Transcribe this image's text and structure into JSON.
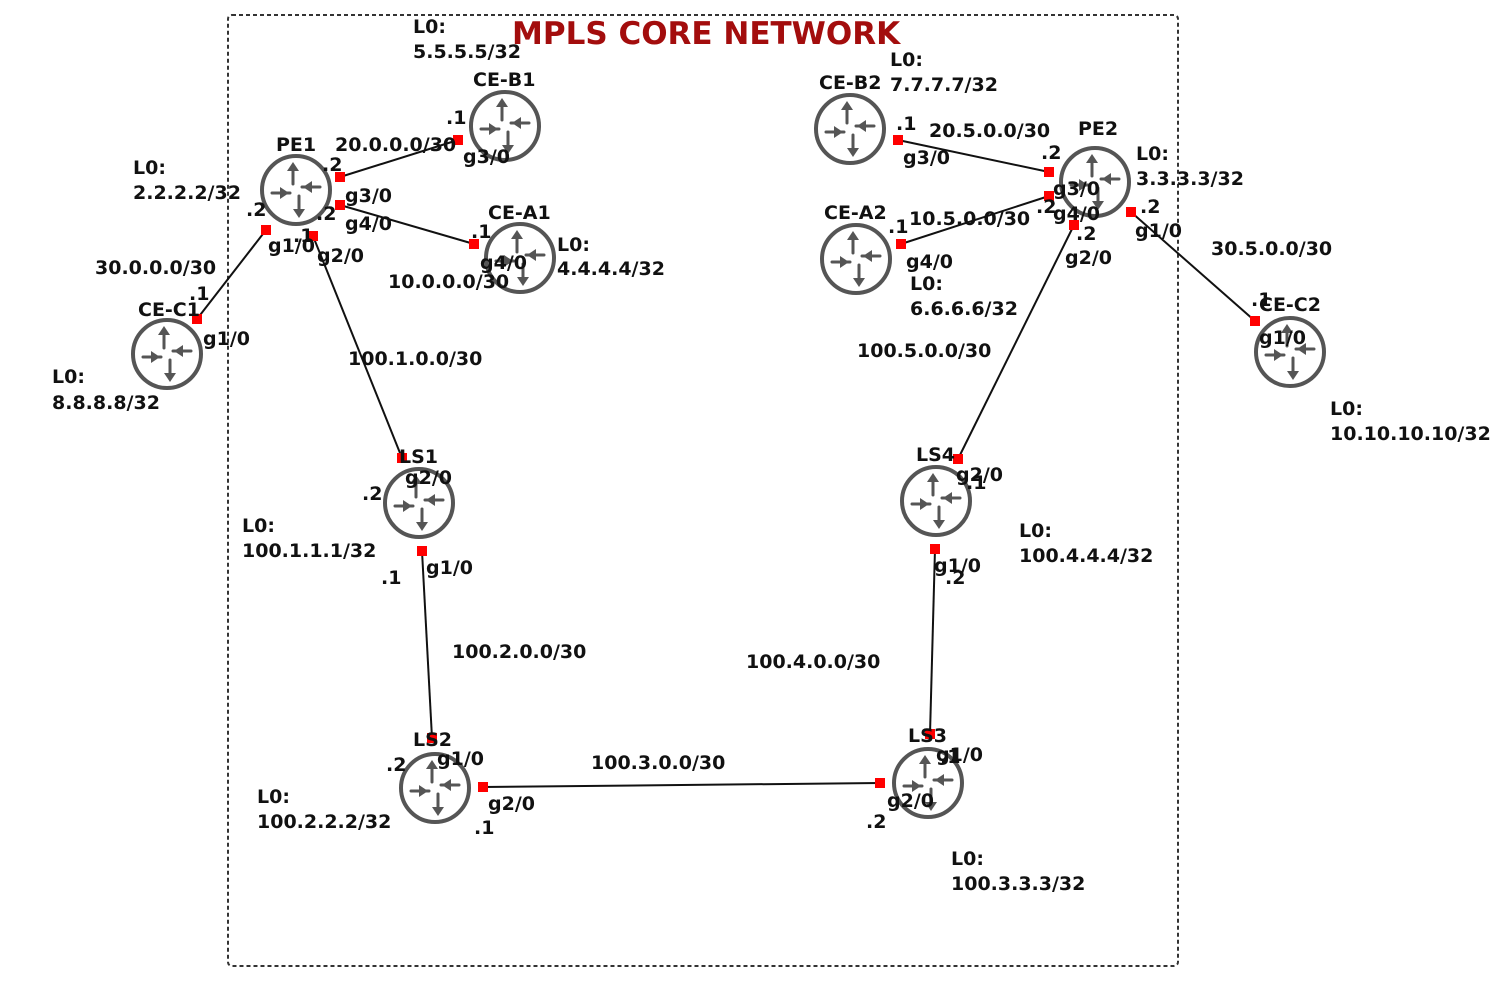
{
  "title": "MPLS CORE NETWORK",
  "colors": {
    "title": "#a30d0d",
    "port": "#ff0000",
    "router_stroke": "#555555",
    "link": "#111111",
    "boundary": "#333333"
  },
  "icon": "router-icon",
  "routers": {
    "pe1": {
      "name": "PE1",
      "lo_label": "L0:",
      "lo_ip": "2.2.2.2/32"
    },
    "ceb1": {
      "name": "CE-B1",
      "lo_label": "L0:",
      "lo_ip": "5.5.5.5/32"
    },
    "cea1": {
      "name": "CE-A1",
      "lo_label": "L0:",
      "lo_ip": "4.4.4.4/32"
    },
    "cec1": {
      "name": "CE-C1",
      "lo_label": "L0:",
      "lo_ip": "8.8.8.8/32"
    },
    "ls1": {
      "name": "LS1",
      "lo_label": "L0:",
      "lo_ip": "100.1.1.1/32"
    },
    "ls2": {
      "name": "LS2",
      "lo_label": "L0:",
      "lo_ip": "100.2.2.2/32"
    },
    "ls3": {
      "name": "LS3",
      "lo_label": "L0:",
      "lo_ip": "100.3.3.3/32"
    },
    "ls4": {
      "name": "LS4",
      "lo_label": "L0:",
      "lo_ip": "100.4.4.4/32"
    },
    "pe2": {
      "name": "PE2",
      "lo_label": "L0:",
      "lo_ip": "3.3.3.3/32"
    },
    "ceb2": {
      "name": "CE-B2",
      "lo_label": "L0:",
      "lo_ip": "7.7.7.7/32"
    },
    "cea2": {
      "name": "CE-A2",
      "lo_label": "L0:",
      "lo_ip": "6.6.6.6/32"
    },
    "cec2": {
      "name": "CE-C2",
      "lo_label": "L0:",
      "lo_ip": "10.10.10.10/32"
    }
  },
  "links": [
    {
      "id": "pe1-ceb1",
      "subnet": "20.0.0.0/30",
      "a_iface": "g3/0",
      "a_host": ".2",
      "b_iface": "g3/0",
      "b_host": ".1"
    },
    {
      "id": "pe1-cea1",
      "subnet": "10.0.0.0/30",
      "a_iface": "g4/0",
      "a_host": ".2",
      "b_iface": "g4/0",
      "b_host": ".1"
    },
    {
      "id": "pe1-cec1",
      "subnet": "30.0.0.0/30",
      "a_iface": "g1/0",
      "a_host": ".2",
      "b_iface": "g1/0",
      "b_host": ".1"
    },
    {
      "id": "pe1-ls1",
      "subnet": "100.1.0.0/30",
      "a_iface": "g2/0",
      "a_host": ".1",
      "b_iface": "g2/0",
      "b_host": ".2"
    },
    {
      "id": "ls1-ls2",
      "subnet": "100.2.0.0/30",
      "a_iface": "g1/0",
      "a_host": ".1",
      "b_iface": "g1/0",
      "b_host": ".2"
    },
    {
      "id": "ls2-ls3",
      "subnet": "100.3.0.0/30",
      "a_iface": "g2/0",
      "a_host": ".1",
      "b_iface": "g2/0",
      "b_host": ".2"
    },
    {
      "id": "ls3-ls4",
      "subnet": "100.4.0.0/30",
      "a_iface": "g1/0",
      "a_host": ".1",
      "b_iface": "g1/0",
      "b_host": ".2"
    },
    {
      "id": "ls4-pe2",
      "subnet": "100.5.0.0/30",
      "a_iface": "g2/0",
      "a_host": ".1",
      "b_iface": "g2/0",
      "b_host": ".2"
    },
    {
      "id": "pe2-ceb2",
      "subnet": "20.5.0.0/30",
      "a_iface": "g3/0",
      "a_host": ".2",
      "b_iface": "g3/0",
      "b_host": ".1"
    },
    {
      "id": "pe2-cea2",
      "subnet": "10.5.0.0/30",
      "a_iface": "g4/0",
      "a_host": ".2",
      "b_iface": "g4/0",
      "b_host": ".1"
    },
    {
      "id": "pe2-cec2",
      "subnet": "30.5.0.0/30",
      "a_iface": "g1/0",
      "a_host": ".2",
      "b_iface": "g1/0",
      "b_host": ".1"
    }
  ]
}
